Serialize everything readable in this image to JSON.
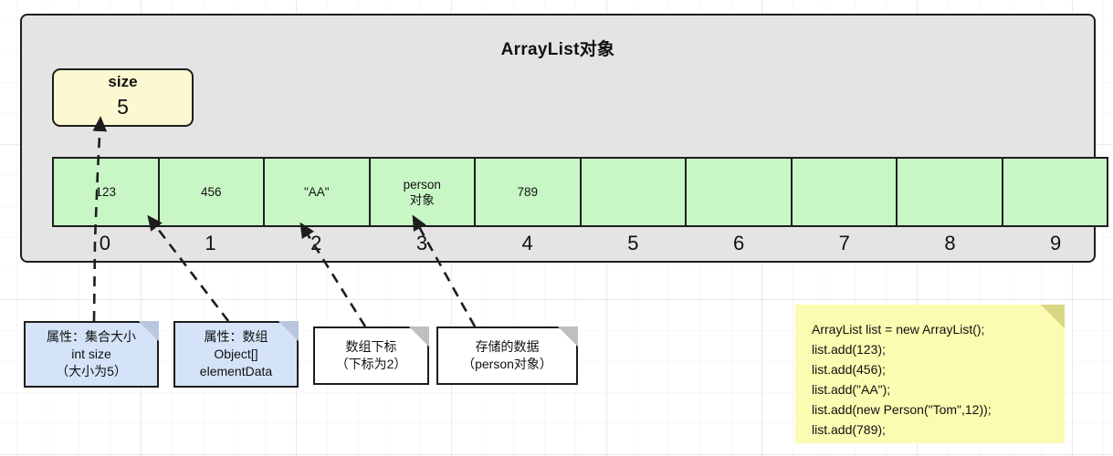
{
  "diagram": {
    "container_title": "ArrayList对象",
    "size_field": {
      "label": "size",
      "value": "5"
    },
    "array": {
      "cells": [
        {
          "index": "0",
          "value": "123"
        },
        {
          "index": "1",
          "value": "456"
        },
        {
          "index": "2",
          "value": "\"AA\""
        },
        {
          "index": "3",
          "value": "person\n对象"
        },
        {
          "index": "4",
          "value": "789"
        },
        {
          "index": "5",
          "value": ""
        },
        {
          "index": "6",
          "value": ""
        },
        {
          "index": "7",
          "value": ""
        },
        {
          "index": "8",
          "value": ""
        },
        {
          "index": "9",
          "value": ""
        }
      ]
    },
    "notes": [
      {
        "id": "note-size",
        "text": "属性：集合大小\nint size\n（大小为5）",
        "color": "#d4e3f7"
      },
      {
        "id": "note-elementdata",
        "text": "属性：数组\nObject[]\nelementData",
        "color": "#d4e3f7"
      },
      {
        "id": "note-index",
        "text": "数组下标\n（下标为2）",
        "color": "#ffffff"
      },
      {
        "id": "note-data",
        "text": "存储的数据\n（person对象）",
        "color": "#ffffff"
      }
    ],
    "code_note": {
      "color": "#fbfbb1",
      "lines": [
        "ArrayList list = new ArrayList();",
        "list.add(123);",
        "list.add(456);",
        "list.add(\"AA\");",
        "list.add(new Person(\"Tom\",12));",
        "list.add(789);"
      ]
    },
    "colors": {
      "container_bg": "#e4e4e4",
      "array_cell": "#c8f7c5",
      "size_box": "#fcf9d2",
      "stroke": "#1d1d1d"
    }
  }
}
